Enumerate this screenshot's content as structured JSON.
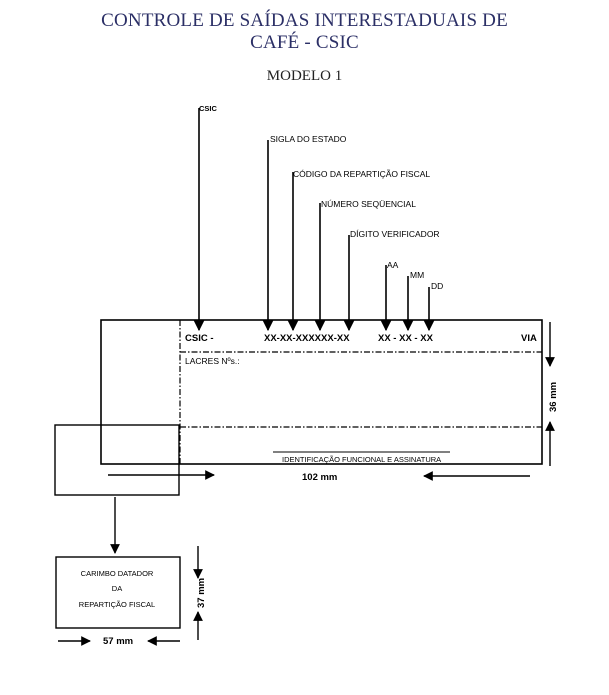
{
  "title": {
    "line1": "CONTROLE DE SAÍDAS INTERESTADUAIS DE",
    "line2": "CAFÉ - CSIC",
    "model": "MODELO 1"
  },
  "labels": {
    "csic_top": "CSIC",
    "sigla": "SIGLA DO ESTADO",
    "codigo": "CÓDIGO DA REPARTIÇÃO FISCAL",
    "numero": "NÚMERO SEQÜENCIAL",
    "digito": "DÍGITO VERIFICADOR",
    "aa": "AA",
    "mm": "MM",
    "dd": "DD"
  },
  "form": {
    "csic_prefix": "CSIC -",
    "code_format": "XX-XX-XXXXXX-XX",
    "date_format": "XX - XX - XX",
    "via": "VIA",
    "lacres": "LACRES Nºs.:",
    "ident": "IDENTIFICAÇÃO FUNCIONAL E ASSINATURA"
  },
  "dimensions": {
    "width_main": "102 mm",
    "height_main": "36 mm",
    "width_stamp": "57 mm",
    "height_stamp": "37 mm"
  },
  "stamp": {
    "line1": "CARIMBO DATADOR",
    "line2": "DA",
    "line3": "REPARTIÇÃO FISCAL"
  }
}
